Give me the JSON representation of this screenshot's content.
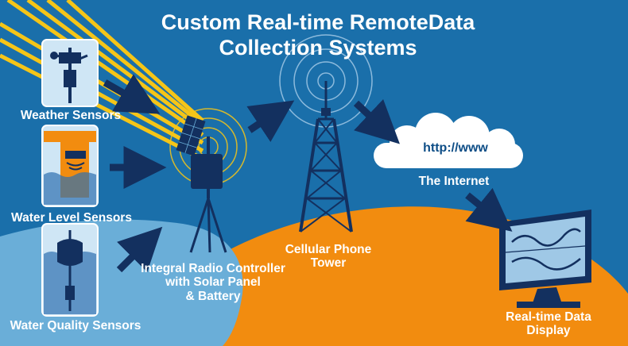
{
  "title": {
    "line1": "Custom Real-time RemoteData",
    "line2": "Collection Systems"
  },
  "labels": {
    "weather_sensors": "Weather Sensors",
    "water_level_sensors": "Water Level Sensors",
    "water_quality_sensors": "Water Quality Sensors",
    "controller": [
      "Integral Radio Controller",
      "with Solar Panel",
      "& Battery"
    ],
    "tower": [
      "Cellular Phone",
      "Tower"
    ],
    "internet_url": "http://www",
    "internet": "The Internet",
    "display": [
      "Real-time Data",
      "Display"
    ]
  },
  "colors": {
    "background": "#1a6faa",
    "land_orange": "#f28c0f",
    "land_light_blue": "#6aaed8",
    "sun_rays": "#f5c518",
    "dark_navy": "#13305f",
    "text": "#ffffff",
    "card": "#cfe6f5"
  },
  "icons": [
    "sun-rays-icon",
    "weather-station-icon",
    "water-level-icon",
    "water-quality-buoy-icon",
    "solar-controller-icon",
    "cell-tower-icon",
    "cloud-icon",
    "monitor-icon",
    "arrow-icon"
  ]
}
